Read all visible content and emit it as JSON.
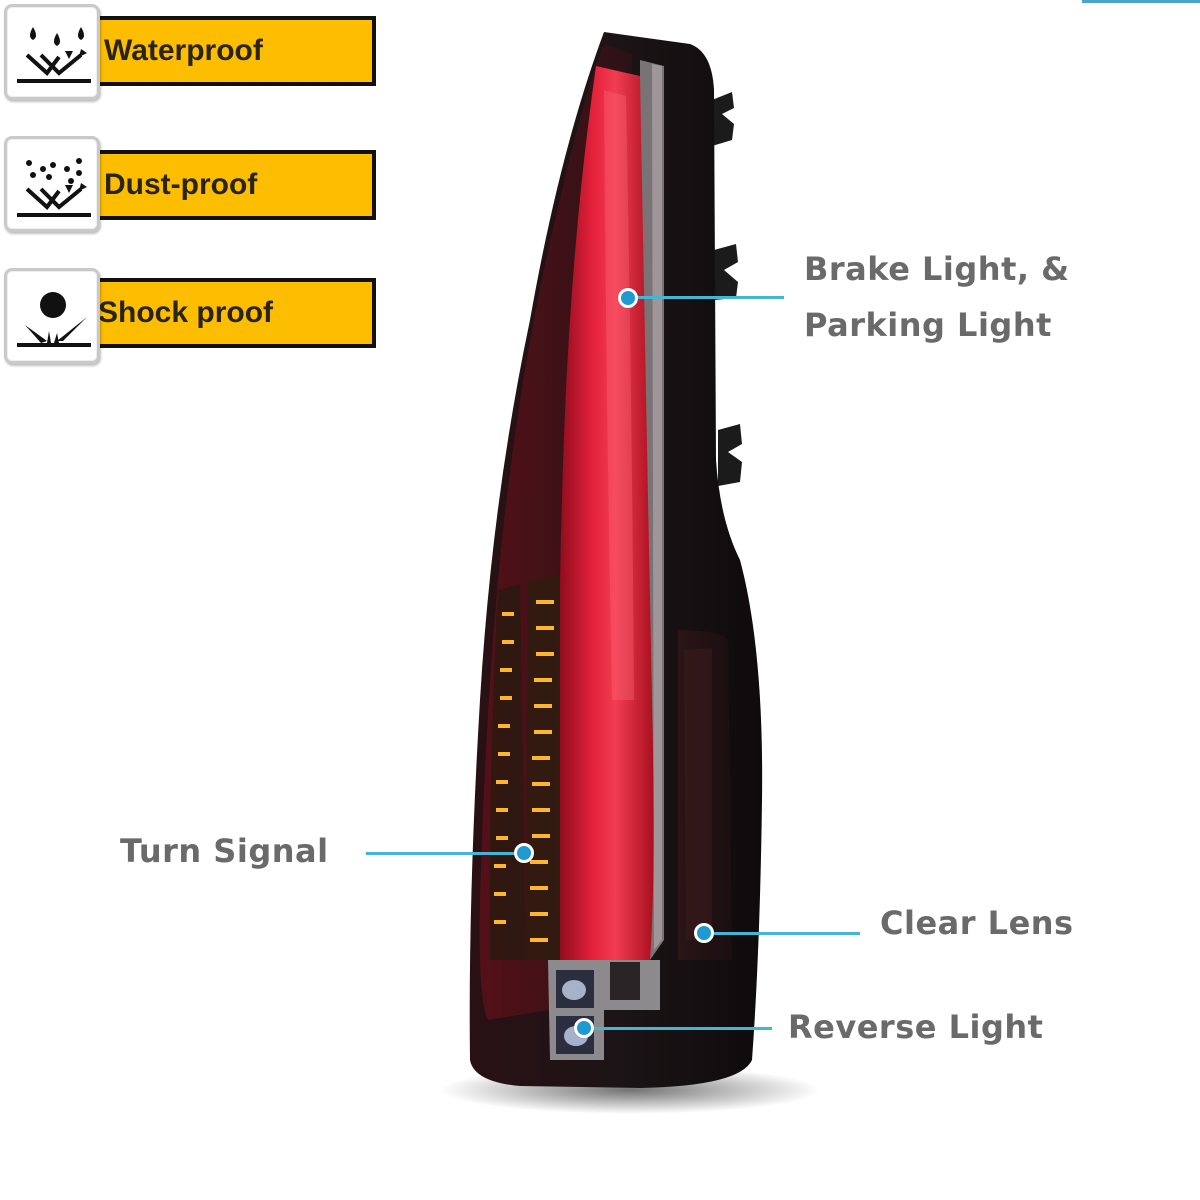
{
  "features": [
    {
      "label": "Waterproof",
      "icon": "water-drops-icon"
    },
    {
      "label": "Dust-proof",
      "icon": "dust-particles-icon"
    },
    {
      "label": "Shock proof",
      "icon": "impact-ball-icon"
    }
  ],
  "callouts": {
    "brake": {
      "line1": "Brake Light, &",
      "line2": "Parking Light"
    },
    "turn": {
      "label": "Turn Signal"
    },
    "clear": {
      "label": "Clear Lens"
    },
    "reverse": {
      "label": "Reverse Light"
    }
  },
  "colors": {
    "badge_yellow": "#fdbd00",
    "leader_blue": "#43b6d6",
    "dot_blue": "#1e9ad3",
    "brake_red": "#d81a30",
    "amber_led": "#ffb52e",
    "callout_gray": "#6a6a6a"
  }
}
